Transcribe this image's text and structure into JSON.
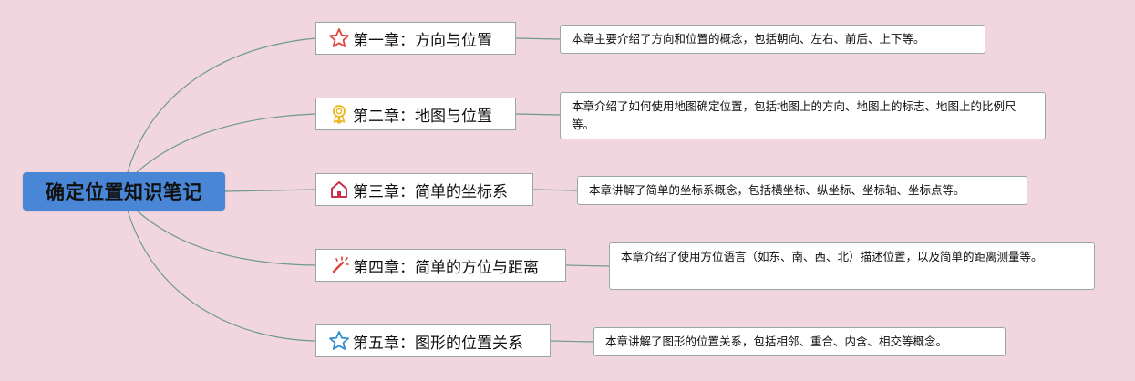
{
  "root": {
    "title": "确定位置知识笔记"
  },
  "chapters": [
    {
      "title": "第一章：方向与位置",
      "icon": "star-outline-red-icon",
      "description": "本章主要介绍了方向和位置的概念，包括朝向、左右、前后、上下等。"
    },
    {
      "title": "第二章：地图与位置",
      "icon": "ribbon-medal-icon",
      "description": "本章介绍了如何使用地图确定位置，包括地图上的方向、地图上的标志、地图上的比例尺等。"
    },
    {
      "title": "第三章：简单的坐标系",
      "icon": "home-icon",
      "description": "本章讲解了简单的坐标系概念，包括横坐标、纵坐标、坐标轴、坐标点等。"
    },
    {
      "title": "第四章：简单的方位与距离",
      "icon": "magic-wand-icon",
      "description": "本章介绍了使用方位语言（如东、南、西、北）描述位置，以及简单的距离测量等。"
    },
    {
      "title": "第五章：图形的位置关系",
      "icon": "star-outline-blue-icon",
      "description": "本章讲解了图形的位置关系，包括相邻、重合、内含、相交等概念。"
    }
  ],
  "colors": {
    "background": "#f2d6df",
    "root_fill": "#4a86d6",
    "connector": "#6f9a90",
    "star_red": "#e0443a",
    "medal_yellow": "#e8b81f",
    "home_red": "#c9304a",
    "wand_red": "#d9413a",
    "star_blue": "#2f8fd0"
  }
}
